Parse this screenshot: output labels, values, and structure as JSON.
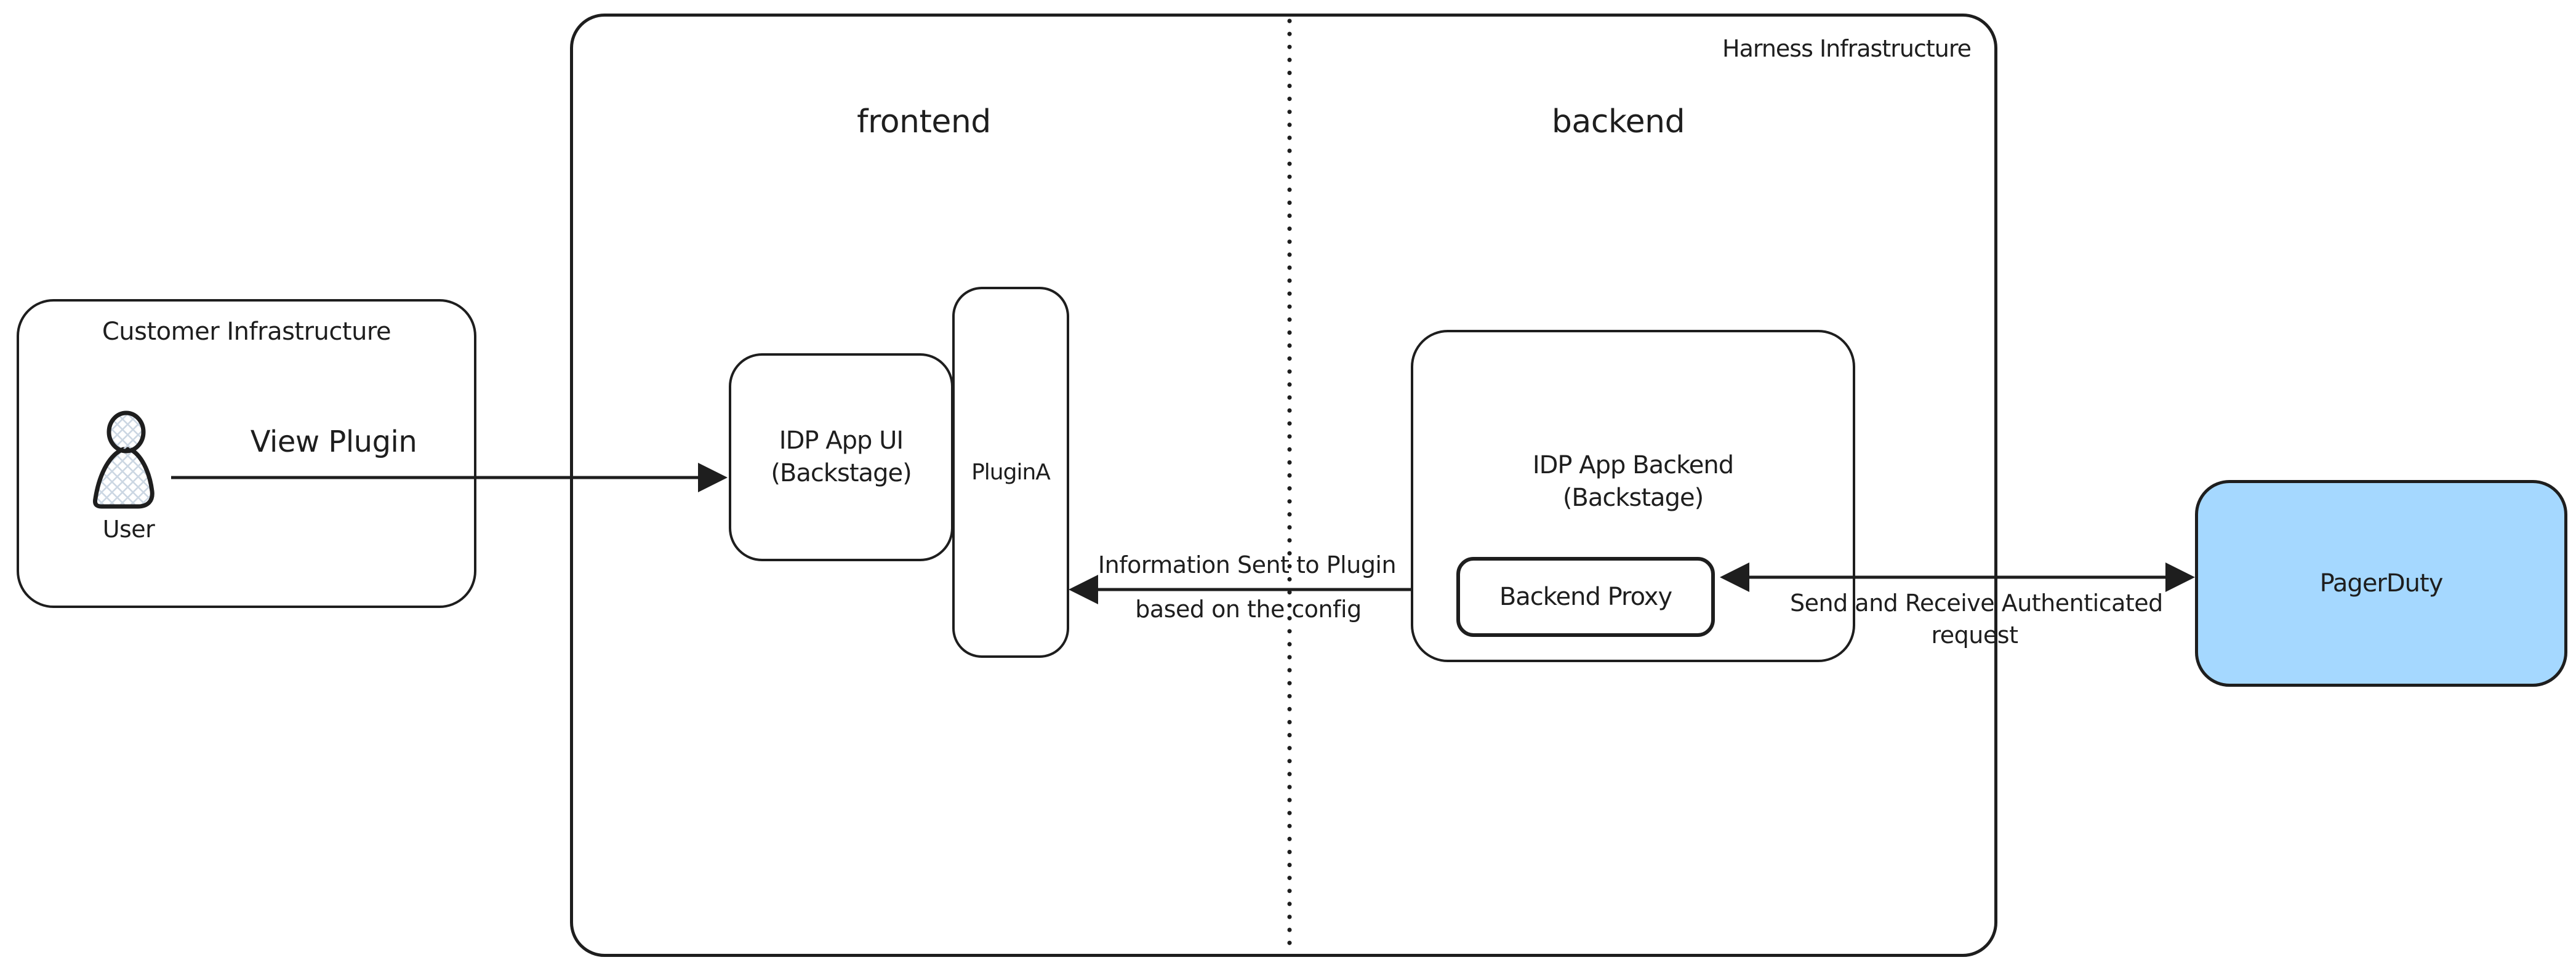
{
  "colors": {
    "stroke": "#1e1e1e",
    "pagerduty_fill": "#a5d8ff",
    "user_hatch": "#ccd7e3",
    "canvas_background": "#ffffff"
  },
  "containers": {
    "customer": {
      "label": "Customer Infrastructure"
    },
    "harness": {
      "label": "Harness Infrastructure"
    },
    "frontend_zone": {
      "label": "frontend"
    },
    "backend_zone": {
      "label": "backend"
    }
  },
  "nodes": {
    "user": {
      "label": "User",
      "icon": "person-icon"
    },
    "idp_app_ui": {
      "line1": "IDP App UI",
      "line2": "(Backstage)"
    },
    "plugin_a": {
      "label": "PluginA"
    },
    "idp_app_backend": {
      "line1": "IDP App Backend",
      "line2": "(Backstage)"
    },
    "backend_proxy": {
      "label": "Backend Proxy"
    },
    "pagerduty": {
      "label": "PagerDuty"
    }
  },
  "edges": {
    "view_plugin": {
      "label": "View Plugin",
      "from": "User",
      "to": "IDP App UI (Backstage)",
      "arrow": "right"
    },
    "info_sent": {
      "label_line1": "Information Sent to Plugin",
      "label_line2": "based on the config",
      "from": "IDP App Backend (Backstage)",
      "to": "PluginA",
      "arrow": "left"
    },
    "send_receive": {
      "label_line1": "Send and Receive Authenticated",
      "label_line2": "request",
      "from": "Backend Proxy",
      "to": "PagerDuty",
      "arrow": "both"
    }
  }
}
